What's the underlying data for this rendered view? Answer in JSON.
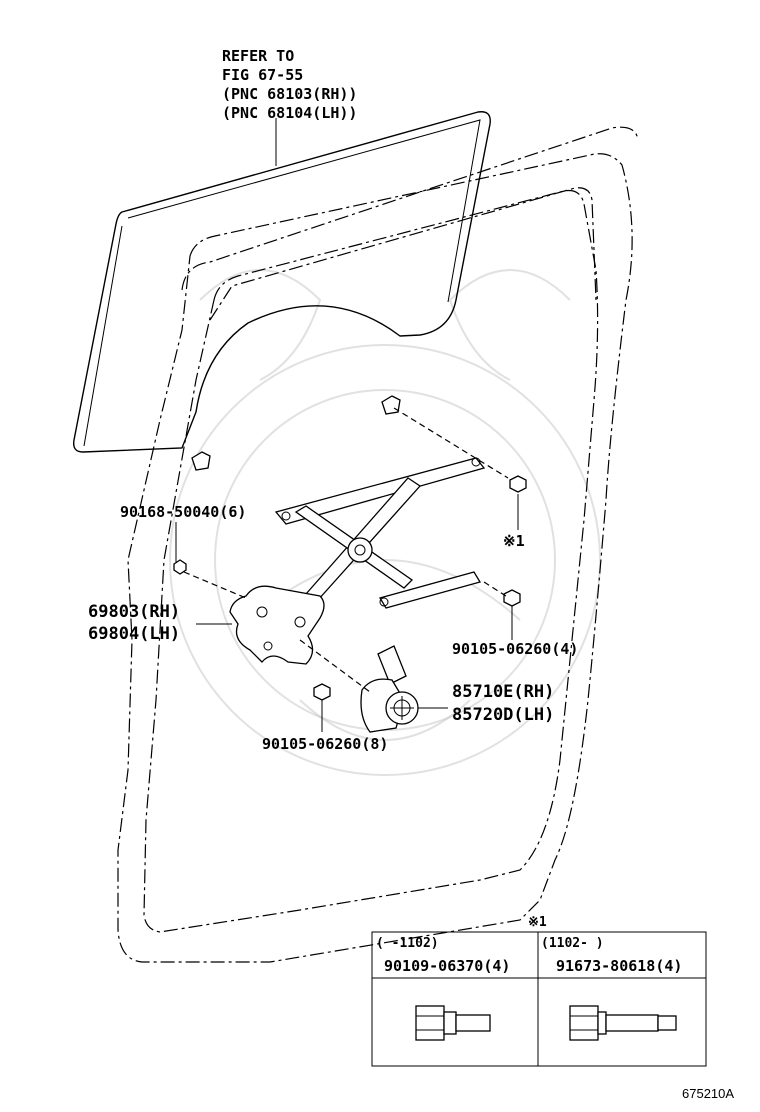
{
  "diagram": {
    "refer_note": {
      "line1": "REFER TO",
      "line2": "FIG 67-55",
      "line3": "(PNC 68103(RH))",
      "line4": "(PNC 68104(LH))"
    },
    "callouts": {
      "screw_top": "90168-50040(6)",
      "note_mark": "※1",
      "regulator_rh": "69803(RH)",
      "regulator_lh": "69804(LH)",
      "bolt_right": "90105-06260(4)",
      "motor_rh": "85710E(RH)",
      "motor_lh": "85720D(LH)",
      "bolt_bottom": "90105-06260(8)"
    },
    "detail_table": {
      "mark": "※1",
      "columns": [
        {
          "range": "(      -1102)",
          "part": "90109-06370(4)"
        },
        {
          "range": "(1102-       )",
          "part": "91673-80618(4)"
        }
      ]
    },
    "figure_id": "675210A"
  }
}
